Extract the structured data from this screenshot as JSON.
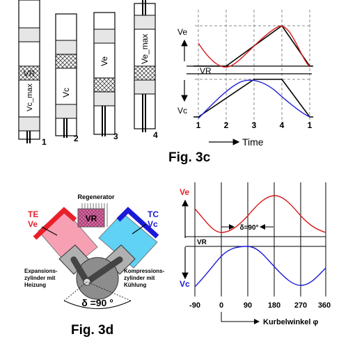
{
  "fig3c": {
    "caption": "Fig. 3c",
    "cylinders": [
      {
        "step": "1",
        "label": "Vc_max"
      },
      {
        "step": "2",
        "label": "Vc"
      },
      {
        "step": "3",
        "label": "Ve"
      },
      {
        "step": "4",
        "label": "Ve_max"
      }
    ],
    "regenerator_label": "VR",
    "graph": {
      "ve_label": "Ve",
      "vr_label": "VR",
      "vc_label": "Vc",
      "x_ticks": [
        "1",
        "2",
        "3",
        "4",
        "1"
      ],
      "time_label": "Time"
    }
  },
  "fig3d": {
    "caption": "Fig. 3d",
    "engine": {
      "regenerator_title": "Regenerator",
      "regenerator_box": "VR",
      "te": "TE",
      "ve": "Ve",
      "tc": "TC",
      "vc": "Vc",
      "expansion_line1": "Expansions-",
      "expansion_line2": "zylinder mit",
      "expansion_line3": "Heizung",
      "compression_line1": "Kompressions-",
      "compression_line2": "zylinder mit",
      "compression_line3": "Kühlung",
      "delta": "δ =90 °"
    },
    "graph": {
      "ve_label": "Ve",
      "vr_label": "VR",
      "vc_label": "Vc",
      "delta": "δ=90°",
      "x_ticks": [
        "-90",
        "0",
        "90",
        "180",
        "270",
        "360"
      ],
      "x_axis_label": "Kurbelwinkel φ"
    }
  },
  "colors": {
    "expansion": "#e8202a",
    "compression": "#1a1ad8",
    "hot_fill": "#f7a0b4",
    "cold_fill": "#5fd2f5"
  }
}
